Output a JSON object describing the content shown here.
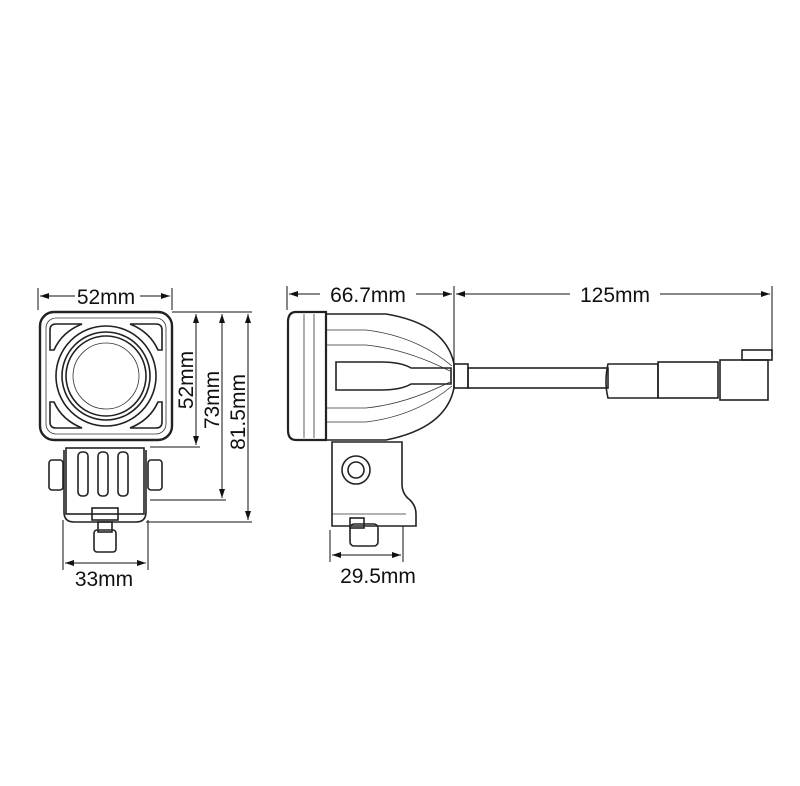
{
  "front_view": {
    "width_label": "52mm",
    "head_height_label": "52mm",
    "bracket_height_label": "73mm",
    "total_height_label": "81.5mm",
    "bracket_width_label": "33mm"
  },
  "side_view": {
    "depth_label": "66.7mm",
    "cable_length_label": "125mm",
    "bracket_depth_label": "29.5mm"
  }
}
